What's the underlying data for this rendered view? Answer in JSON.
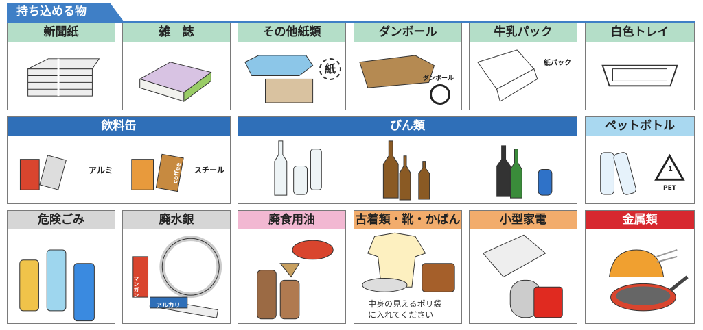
{
  "title": "持ち込める物",
  "colors": {
    "green": "#b4dec8",
    "blue": "#2f6fb8",
    "light_blue": "#a9d8f0",
    "gray": "#d6d6d6",
    "pink": "#f2b8d2",
    "orange": "#f2ac6c",
    "red": "#d7282f"
  },
  "categories": [
    {
      "label": "新聞紙"
    },
    {
      "label": "雑　誌"
    },
    {
      "label": "その他紙類",
      "mark": "紙"
    },
    {
      "label": "ダンボール",
      "mark": "ダンボール"
    },
    {
      "label": "牛乳パック",
      "mark": "紙パック"
    },
    {
      "label": "白色トレイ"
    },
    {
      "label": "飲料缶",
      "mark_alu": "アルミ",
      "mark_steel": "スチール",
      "can_text": "coffee"
    },
    {
      "label": "びん類"
    },
    {
      "label": "ペットボトル",
      "mark_num": "1",
      "mark": "PET"
    },
    {
      "label": "危険ごみ"
    },
    {
      "label": "廃水銀",
      "battery1": "マンガン",
      "battery2": "アルカリ"
    },
    {
      "label": "廃食用油"
    },
    {
      "label": "古着類・靴・かばん",
      "note1": "中身の見えるポリ袋",
      "note2": "に入れてください"
    },
    {
      "label": "小型家電"
    },
    {
      "label": "金属類"
    }
  ]
}
